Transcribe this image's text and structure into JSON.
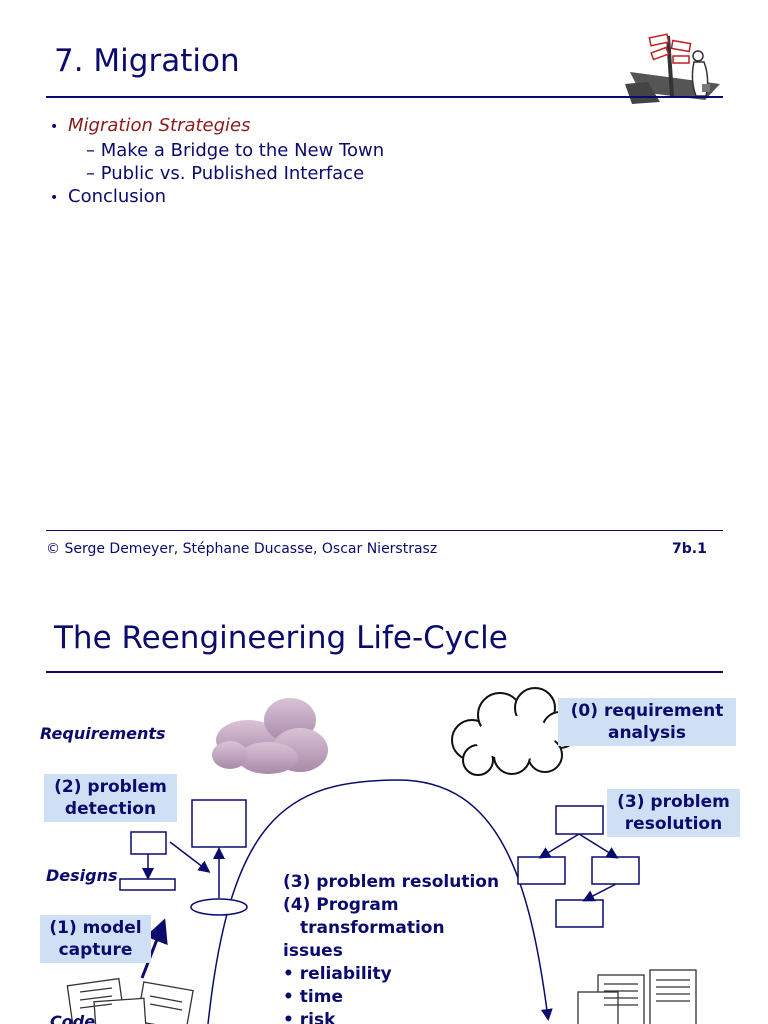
{
  "slide1": {
    "title": "7. Migration",
    "bullets": [
      {
        "text": "Migration Strategies",
        "emphasis": true,
        "children": [
          "– Make a Bridge to the New Town",
          "– Public vs. Published Interface"
        ]
      },
      {
        "text": "Conclusion",
        "emphasis": false,
        "children": []
      }
    ],
    "footer": "© Serge Demeyer, Stéphane Ducasse, Oscar Nierstrasz",
    "page_number": "7b.1"
  },
  "slide2": {
    "title": "The Reengineering Life-Cycle",
    "labels": {
      "requirements": "Requirements",
      "designs": "Designs",
      "code": "Code"
    },
    "boxes": {
      "requirement_analysis": [
        "(0) requirement",
        "analysis"
      ],
      "problem_detection": [
        "(2) problem",
        "detection"
      ],
      "problem_resolution": [
        "(3) problem",
        "resolution"
      ],
      "model_capture": [
        "(1) model",
        "capture"
      ]
    },
    "center_lines": [
      "(3) problem resolution",
      "(4) Program",
      "transformation",
      "issues",
      "• reliability",
      "• time",
      "• risk"
    ]
  },
  "colors": {
    "text": "#0b0b6e",
    "emphasis": "#8b1a1a",
    "label_fill": "#cfe0f5",
    "cloud_fill": "#c7a9c4"
  }
}
